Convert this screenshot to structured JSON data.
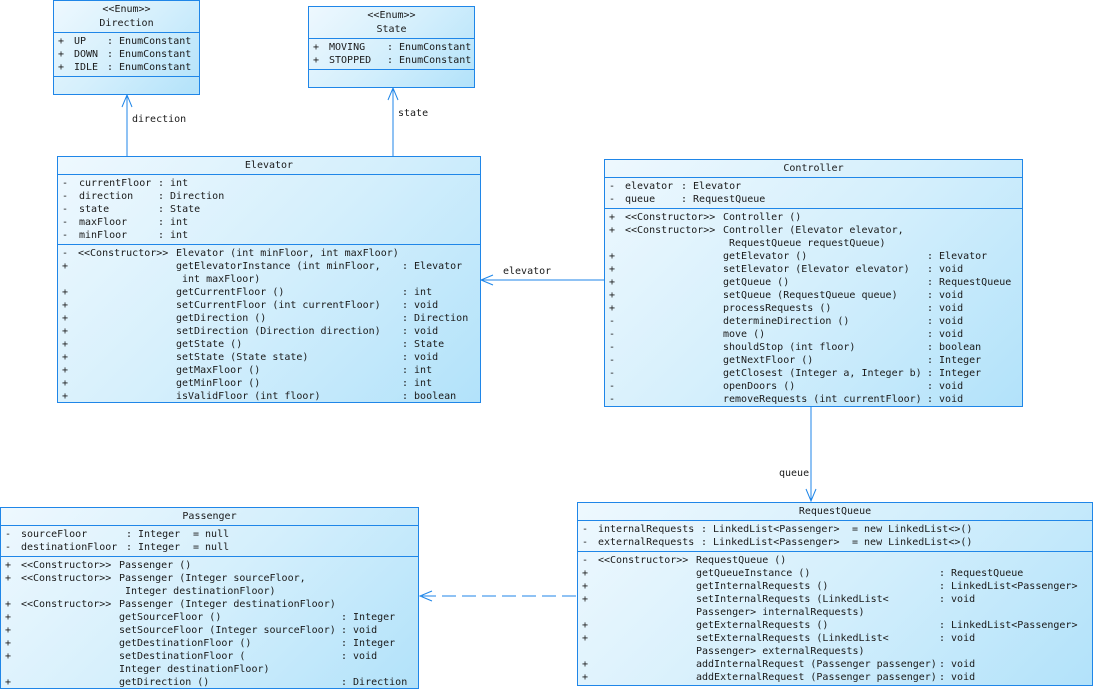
{
  "colors": {
    "border": "#1f86e8",
    "fill_light": "#eef8fe",
    "fill_dark": "#b2e2fa",
    "line": "#1f86e8"
  },
  "classes": {
    "direction": {
      "stereotype": "<<Enum>>",
      "name": "Direction",
      "attributes": [
        {
          "vis": "+",
          "name": "UP",
          "type": ": EnumConstant"
        },
        {
          "vis": "+",
          "name": "DOWN",
          "type": ": EnumConstant"
        },
        {
          "vis": "+",
          "name": "IDLE",
          "type": ": EnumConstant"
        }
      ],
      "methods": []
    },
    "state": {
      "stereotype": "<<Enum>>",
      "name": "State",
      "attributes": [
        {
          "vis": "+",
          "name": "MOVING",
          "type": ": EnumConstant"
        },
        {
          "vis": "+",
          "name": "STOPPED",
          "type": ": EnumConstant"
        }
      ],
      "methods": []
    },
    "elevator": {
      "name": "Elevator",
      "attributes": [
        {
          "vis": "-",
          "name": "currentFloor",
          "type": ": int"
        },
        {
          "vis": "-",
          "name": "direction",
          "type": ": Direction"
        },
        {
          "vis": "-",
          "name": "state",
          "type": ": State"
        },
        {
          "vis": "-",
          "name": "maxFloor",
          "type": ": int"
        },
        {
          "vis": "-",
          "name": "minFloor",
          "type": ": int"
        }
      ],
      "methods": [
        {
          "vis": "-",
          "stereo": "<<Constructor>>",
          "lines": [
            "Elevator (int minFloor, int maxFloor)"
          ],
          "type": ""
        },
        {
          "vis": "+",
          "stereo": "",
          "lines": [
            "getElevatorInstance (int minFloor,",
            " int maxFloor)"
          ],
          "type": ": Elevator"
        },
        {
          "vis": "+",
          "stereo": "",
          "lines": [
            "getCurrentFloor ()"
          ],
          "type": ": int"
        },
        {
          "vis": "+",
          "stereo": "",
          "lines": [
            "setCurrentFloor (int currentFloor)"
          ],
          "type": ": void"
        },
        {
          "vis": "+",
          "stereo": "",
          "lines": [
            "getDirection ()"
          ],
          "type": ": Direction"
        },
        {
          "vis": "+",
          "stereo": "",
          "lines": [
            "setDirection (Direction direction)"
          ],
          "type": ": void"
        },
        {
          "vis": "+",
          "stereo": "",
          "lines": [
            "getState ()"
          ],
          "type": ": State"
        },
        {
          "vis": "+",
          "stereo": "",
          "lines": [
            "setState (State state)"
          ],
          "type": ": void"
        },
        {
          "vis": "+",
          "stereo": "",
          "lines": [
            "getMaxFloor ()"
          ],
          "type": ": int"
        },
        {
          "vis": "+",
          "stereo": "",
          "lines": [
            "getMinFloor ()"
          ],
          "type": ": int"
        },
        {
          "vis": "+",
          "stereo": "",
          "lines": [
            "isValidFloor (int floor)"
          ],
          "type": ": boolean"
        }
      ]
    },
    "controller": {
      "name": "Controller",
      "attributes": [
        {
          "vis": "-",
          "name": "elevator",
          "type": ": Elevator"
        },
        {
          "vis": "-",
          "name": "queue",
          "type": ": RequestQueue"
        }
      ],
      "methods": [
        {
          "vis": "+",
          "stereo": "<<Constructor>>",
          "lines": [
            "Controller ()"
          ],
          "type": ""
        },
        {
          "vis": "+",
          "stereo": "<<Constructor>>",
          "lines": [
            "Controller (Elevator elevator,",
            " RequestQueue requestQueue)"
          ],
          "type": ""
        },
        {
          "vis": "+",
          "stereo": "",
          "lines": [
            "getElevator ()"
          ],
          "type": ": Elevator"
        },
        {
          "vis": "+",
          "stereo": "",
          "lines": [
            "setElevator (Elevator elevator)"
          ],
          "type": ": void"
        },
        {
          "vis": "+",
          "stereo": "",
          "lines": [
            "getQueue ()"
          ],
          "type": ": RequestQueue"
        },
        {
          "vis": "+",
          "stereo": "",
          "lines": [
            "setQueue (RequestQueue queue)"
          ],
          "type": ": void"
        },
        {
          "vis": "+",
          "stereo": "",
          "lines": [
            "processRequests ()"
          ],
          "type": ": void"
        },
        {
          "vis": "-",
          "stereo": "",
          "lines": [
            "determineDirection ()"
          ],
          "type": ": void"
        },
        {
          "vis": "-",
          "stereo": "",
          "lines": [
            "move ()"
          ],
          "type": ": void"
        },
        {
          "vis": "-",
          "stereo": "",
          "lines": [
            "shouldStop (int floor)"
          ],
          "type": ": boolean"
        },
        {
          "vis": "-",
          "stereo": "",
          "lines": [
            "getNextFloor ()"
          ],
          "type": ": Integer"
        },
        {
          "vis": "-",
          "stereo": "",
          "lines": [
            "getClosest (Integer a, Integer b)"
          ],
          "type": ": Integer"
        },
        {
          "vis": "-",
          "stereo": "",
          "lines": [
            "openDoors ()"
          ],
          "type": ": void"
        },
        {
          "vis": "-",
          "stereo": "",
          "lines": [
            "removeRequests (int currentFloor)"
          ],
          "type": ": void"
        }
      ]
    },
    "passenger": {
      "name": "Passenger",
      "attributes": [
        {
          "vis": "-",
          "name": "sourceFloor",
          "type": ": Integer",
          "default": "= null"
        },
        {
          "vis": "-",
          "name": "destinationFloor",
          "type": ": Integer",
          "default": "= null"
        }
      ],
      "methods": [
        {
          "vis": "+",
          "stereo": "<<Constructor>>",
          "lines": [
            "Passenger ()"
          ],
          "type": ""
        },
        {
          "vis": "+",
          "stereo": "<<Constructor>>",
          "lines": [
            "Passenger (Integer sourceFloor,",
            " Integer destinationFloor)"
          ],
          "type": ""
        },
        {
          "vis": "+",
          "stereo": "<<Constructor>>",
          "lines": [
            "Passenger (Integer destinationFloor)"
          ],
          "type": ""
        },
        {
          "vis": "+",
          "stereo": "",
          "lines": [
            "getSourceFloor ()"
          ],
          "type": ": Integer"
        },
        {
          "vis": "+",
          "stereo": "",
          "lines": [
            "setSourceFloor (Integer sourceFloor)"
          ],
          "type": ": void"
        },
        {
          "vis": "+",
          "stereo": "",
          "lines": [
            "getDestinationFloor ()"
          ],
          "type": ": Integer"
        },
        {
          "vis": "+",
          "stereo": "",
          "lines": [
            "setDestinationFloor (",
            "Integer destinationFloor)"
          ],
          "type": ": void"
        },
        {
          "vis": "+",
          "stereo": "",
          "lines": [
            "getDirection ()"
          ],
          "type": ": Direction"
        }
      ]
    },
    "requestqueue": {
      "name": "RequestQueue",
      "attributes": [
        {
          "vis": "-",
          "name": "internalRequests",
          "type": ": LinkedList<Passenger>",
          "default": "= new LinkedList<>()"
        },
        {
          "vis": "-",
          "name": "externalRequests",
          "type": ": LinkedList<Passenger>",
          "default": "= new LinkedList<>()"
        }
      ],
      "methods": [
        {
          "vis": "-",
          "stereo": "<<Constructor>>",
          "lines": [
            "RequestQueue ()"
          ],
          "type": ""
        },
        {
          "vis": "+",
          "stereo": "",
          "lines": [
            "getQueueInstance ()"
          ],
          "type": ": RequestQueue"
        },
        {
          "vis": "+",
          "stereo": "",
          "lines": [
            "getInternalRequests ()"
          ],
          "type": ": LinkedList<Passenger>"
        },
        {
          "vis": "+",
          "stereo": "",
          "lines": [
            "setInternalRequests (LinkedList<",
            "Passenger> internalRequests)"
          ],
          "type": ": void"
        },
        {
          "vis": "+",
          "stereo": "",
          "lines": [
            "getExternalRequests ()"
          ],
          "type": ": LinkedList<Passenger>"
        },
        {
          "vis": "+",
          "stereo": "",
          "lines": [
            "setExternalRequests (LinkedList<",
            "Passenger> externalRequests)"
          ],
          "type": ": void"
        },
        {
          "vis": "+",
          "stereo": "",
          "lines": [
            "addInternalRequest (Passenger passenger)"
          ],
          "type": ": void"
        },
        {
          "vis": "+",
          "stereo": "",
          "lines": [
            "addExternalRequest (Passenger passenger)"
          ],
          "type": ": void"
        }
      ]
    }
  },
  "relations": [
    {
      "from": "Elevator",
      "to": "Direction",
      "kind": "association",
      "label": "direction"
    },
    {
      "from": "Elevator",
      "to": "State",
      "kind": "association",
      "label": "state"
    },
    {
      "from": "Controller",
      "to": "Elevator",
      "kind": "association",
      "label": "elevator"
    },
    {
      "from": "Controller",
      "to": "RequestQueue",
      "kind": "association",
      "label": "queue"
    },
    {
      "from": "RequestQueue",
      "to": "Passenger",
      "kind": "dependency",
      "label": ""
    }
  ]
}
